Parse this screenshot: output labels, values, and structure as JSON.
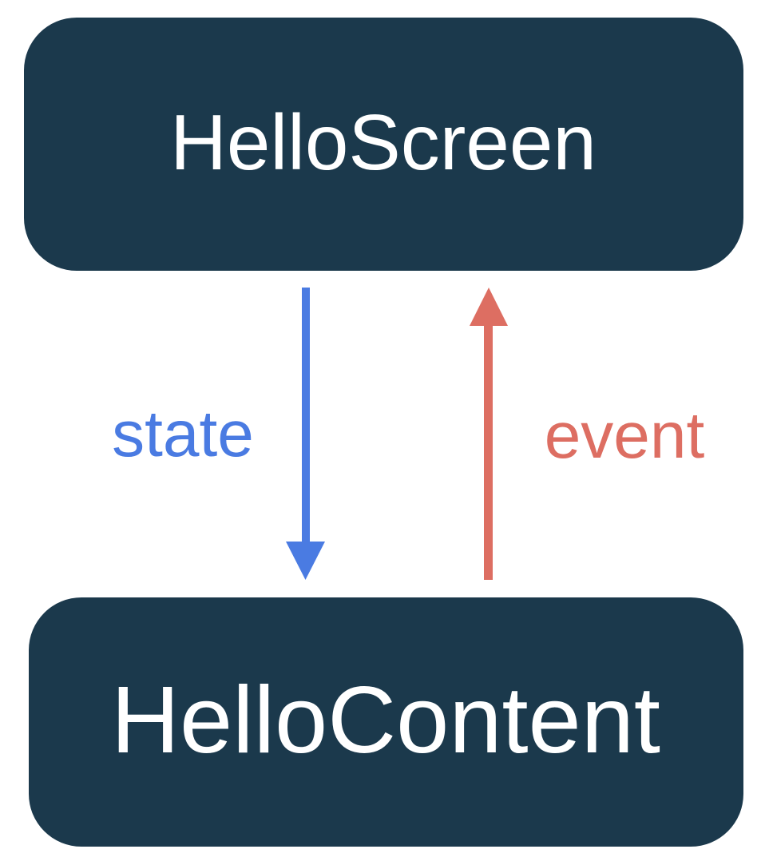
{
  "diagram": {
    "nodes": {
      "screen": {
        "label": "HelloScreen"
      },
      "content": {
        "label": "HelloContent"
      }
    },
    "edges": {
      "state": {
        "label": "state",
        "direction": "down",
        "from": "HelloScreen",
        "to": "HelloContent"
      },
      "event": {
        "label": "event",
        "direction": "up",
        "from": "HelloContent",
        "to": "HelloScreen"
      }
    }
  },
  "colors": {
    "background": "#ffffff",
    "box_fill": "#1B394C",
    "box_text": "#ffffff",
    "state_arrow": "#4A7BE2",
    "event_arrow": "#DD6E62"
  }
}
